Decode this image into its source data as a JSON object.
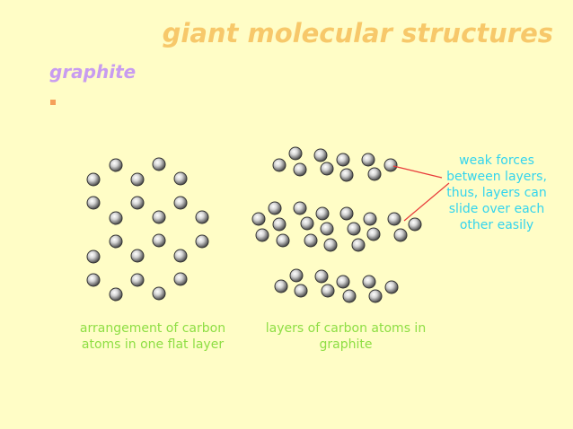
{
  "slide": {
    "title": "giant molecular structures",
    "subtitle": "graphite",
    "bullet_text": ""
  },
  "figures": {
    "flat_layer_caption": "arrangement of carbon atoms in one flat layer",
    "layers_caption": "layers of carbon atoms in graphite",
    "weak_forces_note": "weak forces between layers, thus, layers can slide over each other easily"
  },
  "colors": {
    "background": "#fffdc6",
    "title": "#f7c86a",
    "subtitle": "#c89cf0",
    "bullet": "#f5a05a",
    "caption": "#8ede44",
    "note": "#33d4ee",
    "pointer_line": "#e83a3a"
  }
}
